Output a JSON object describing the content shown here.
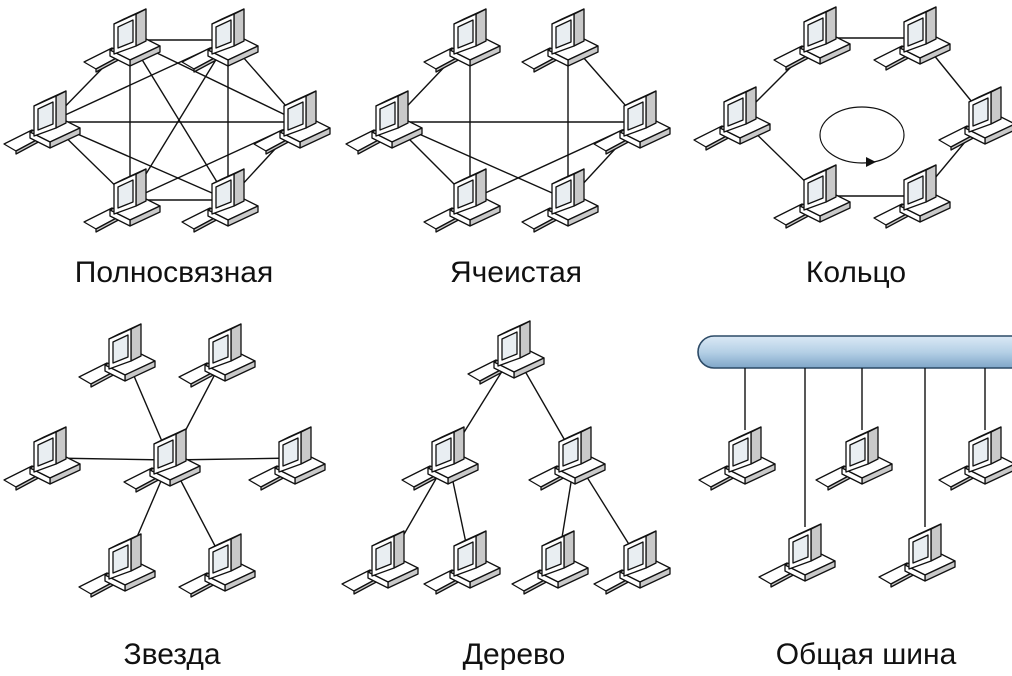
{
  "topologies": [
    {
      "id": "full_mesh",
      "label": "Полносвязная"
    },
    {
      "id": "mesh",
      "label": "Ячеистая"
    },
    {
      "id": "ring",
      "label": "Кольцо"
    },
    {
      "id": "star",
      "label": "Звезда"
    },
    {
      "id": "tree",
      "label": "Дерево"
    },
    {
      "id": "bus",
      "label": "Общая шина"
    }
  ],
  "colors": {
    "line": "#111111",
    "computer_fill": "#ffffff",
    "computer_shade": "#c9c9c9",
    "screen_fill": "#e9eef2",
    "bus_fill": "#b5d0e6",
    "bus_stroke": "#2c4a66"
  },
  "icon": "desktop-computer-icon"
}
